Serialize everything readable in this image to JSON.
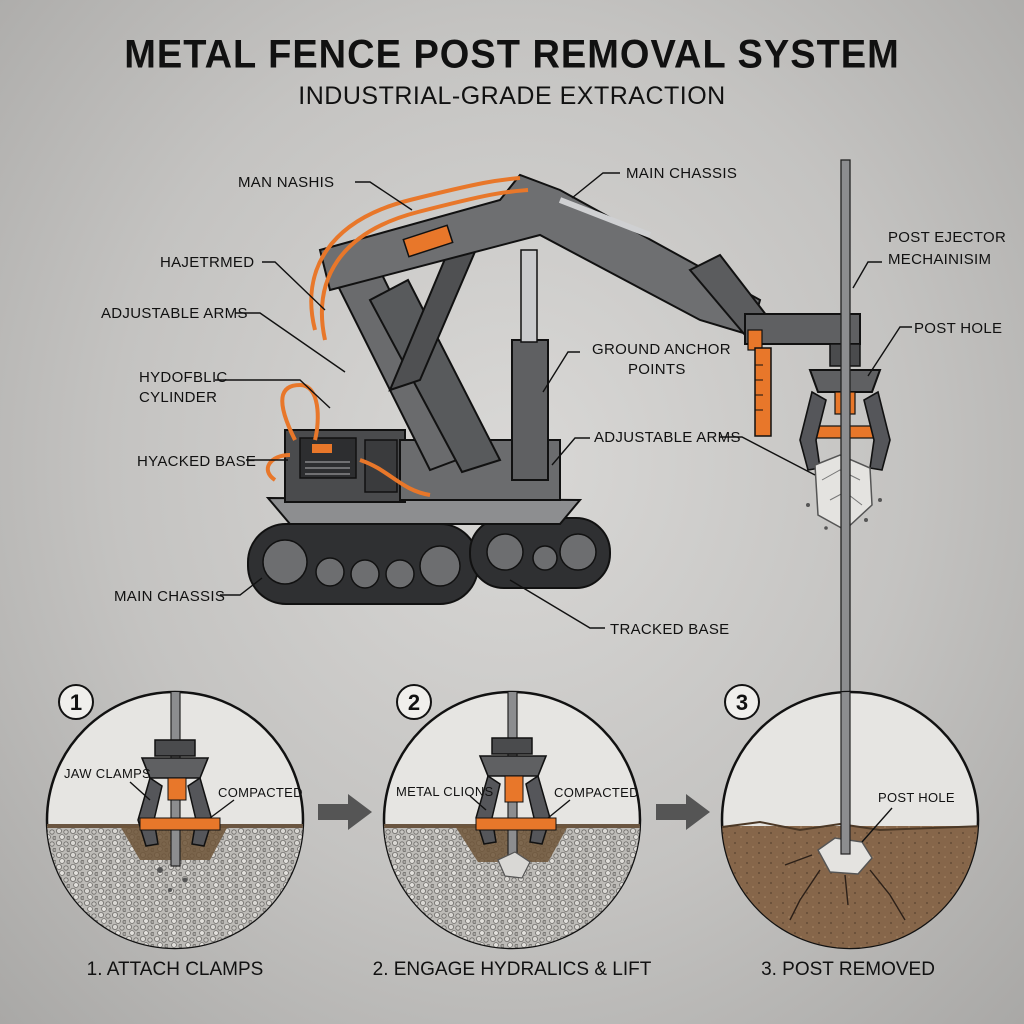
{
  "title": "METAL FENCE POST REMOVAL SYSTEM",
  "subtitle": "INDUSTRIAL-GRADE EXTRACTION",
  "labels": {
    "man_nashis": "MAN NASHIS",
    "main_chassis_top": "MAIN CHASSIS",
    "hajetrmed": "HAJETRMED",
    "adjustable_arms_left": "ADJUSTABLE ARMS",
    "hydraulic_cylinder_1": "HYDOFBLIC",
    "hydraulic_cylinder_2": "CYLINDER",
    "hyacked_base": "HYACKED BASE",
    "main_chassis_bottom": "MAIN CHASSIS",
    "post_ejector_1": "POST EJECTOR",
    "post_ejector_2": "MECHAINISIM",
    "post_hole_top": "POST HOLE",
    "ground_anchor_1": "GROUND ANCHOR",
    "ground_anchor_2": "POINTS",
    "adjustable_arms_right": "ADJUSTABLE ARMS",
    "tracked_base": "TRACKED BASE"
  },
  "steps": [
    {
      "number": "1",
      "caption": "1. ATTACH CLAMPS",
      "label_a": "JAW CLAMPS",
      "label_b": "COMPACTED"
    },
    {
      "number": "2",
      "caption": "2. ENGAGE HYDRALICS & LIFT",
      "label_a": "METAL CLIONS",
      "label_b": "COMPACTED"
    },
    {
      "number": "3",
      "caption": "3. POST REMOVED",
      "label_a": "POST HOLE"
    }
  ],
  "colors": {
    "accent": "#e8772a",
    "steel": "#5f6062",
    "steel_dark": "#3c3d3f",
    "soil": "#7a5a3a",
    "gravel": "#b3b1ad"
  }
}
